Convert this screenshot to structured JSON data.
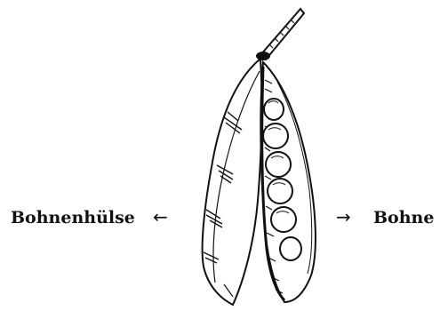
{
  "labels": {
    "left": "Bohnenhülse",
    "right": "Bohne"
  },
  "arrows": {
    "left": "←",
    "right": "→"
  },
  "colors": {
    "ink": "#111111",
    "background": "#ffffff"
  },
  "illustration": {
    "subject": "bean pod",
    "seed_count": 6
  }
}
